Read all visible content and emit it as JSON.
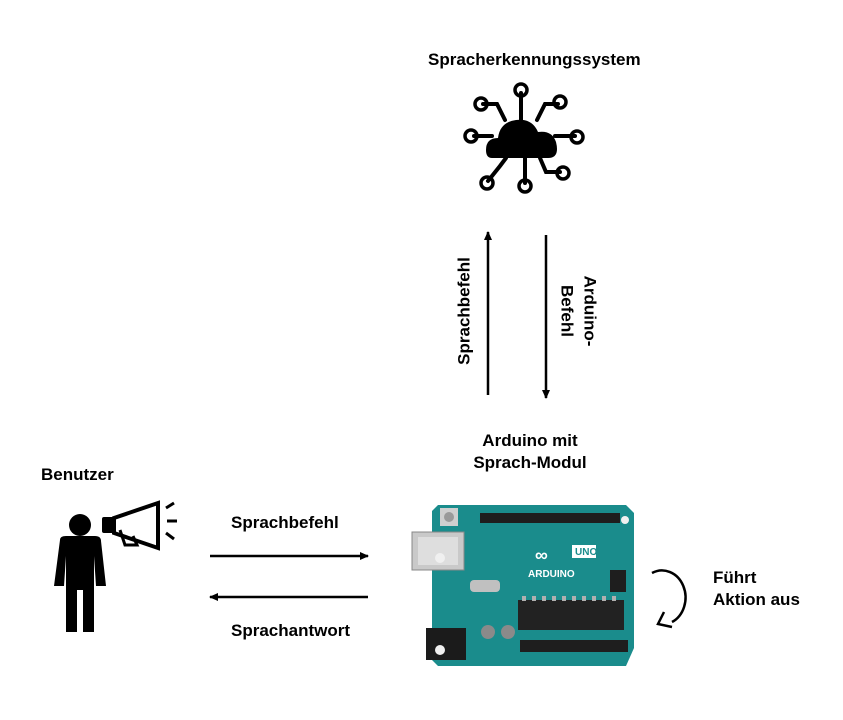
{
  "nodes": {
    "speech_system": {
      "label": "Spracherkennungssystem",
      "icon": "cloud-network-icon"
    },
    "arduino": {
      "label_line1": "Arduino mit",
      "label_line2": "Sprach-Modul",
      "board_text": "ARDUINO",
      "board_badge": "UNO",
      "icon": "arduino-board-icon"
    },
    "user": {
      "label": "Benutzer",
      "icon": "person-megaphone-icon"
    }
  },
  "edges": {
    "user_to_arduino": "Sprachbefehl",
    "arduino_to_user": "Sprachantwort",
    "arduino_to_system": "Sprachbefehl",
    "system_to_arduino_line1": "Arduino-",
    "system_to_arduino_line2": "Befehl",
    "self_action_line1": "Führt",
    "self_action_line2": "Aktion aus"
  },
  "colors": {
    "board": "#1a8c8c",
    "board_dark": "#0f6e70",
    "ink": "#000000"
  }
}
